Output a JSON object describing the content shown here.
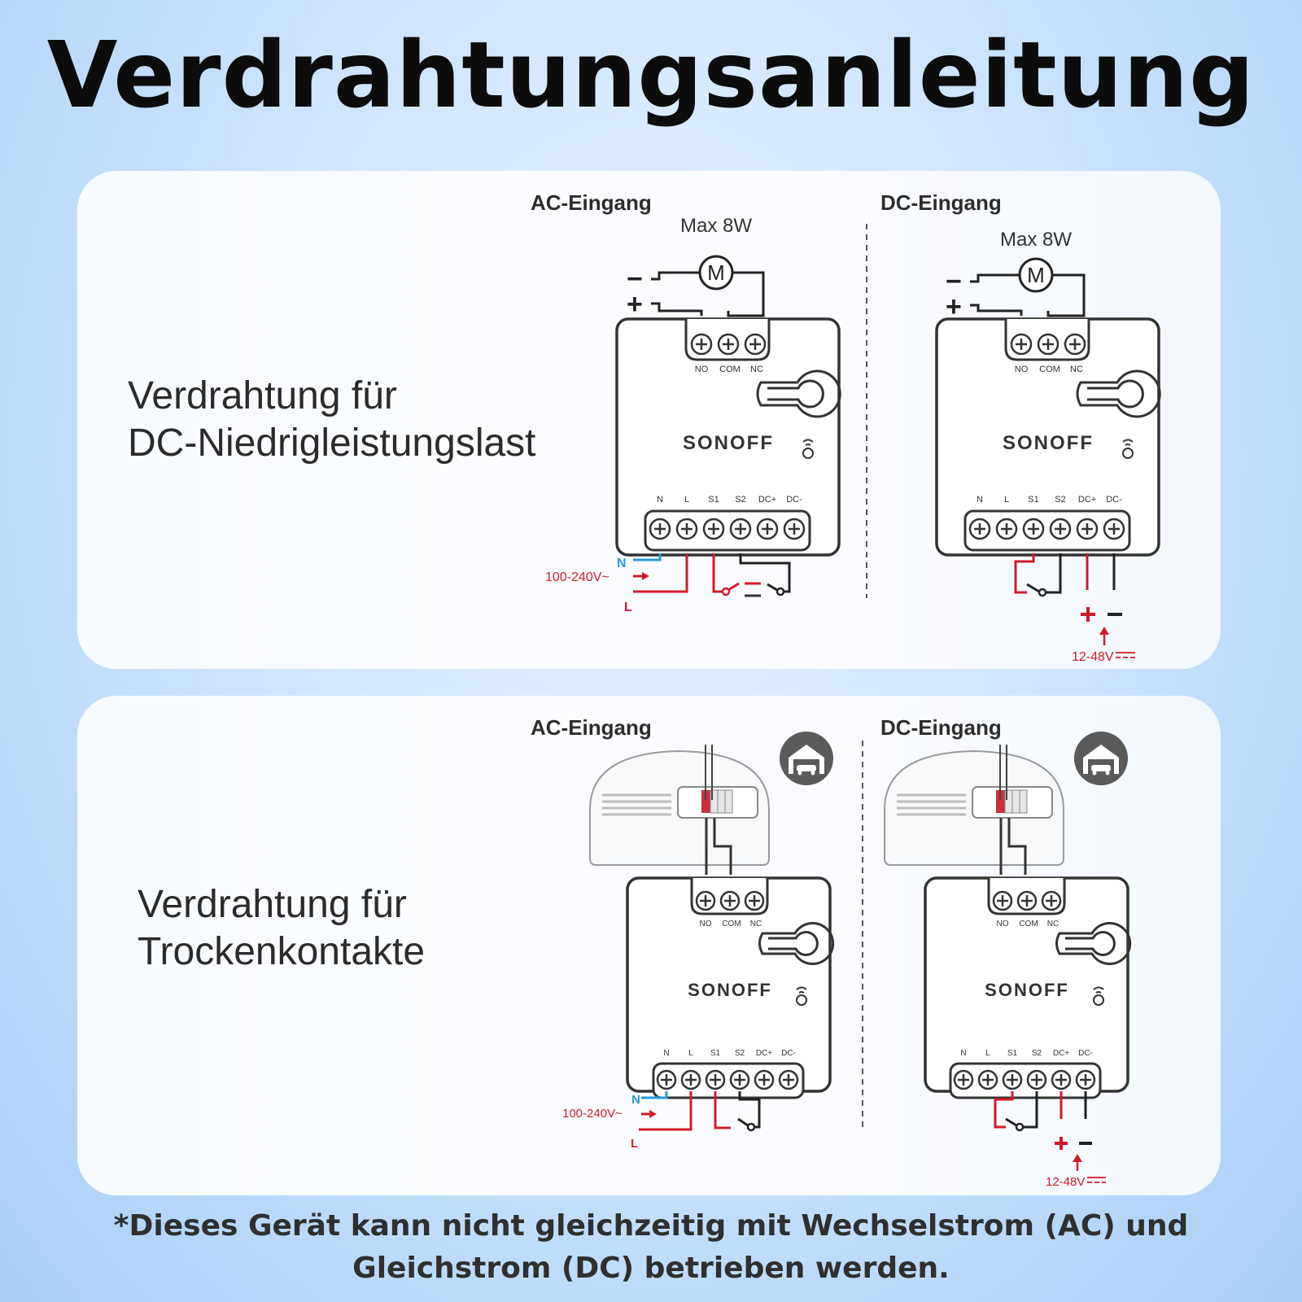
{
  "title": "Verdrahtungsanleitung",
  "colors": {
    "live": "#d01b2a",
    "neutral": "#2a9ad6",
    "wire": "#2b2b2b",
    "device_outline": "#333333",
    "garage_icon_bg": "#5a5a5a"
  },
  "sections": [
    {
      "heading_line1": "Verdrahtung für",
      "heading_line2": "DC-Niedrigleistungslast",
      "ac": {
        "label": "AC-Eingang",
        "load": "Max 8W",
        "motor": "M",
        "minus": "−",
        "plus": "+",
        "relay_terminals": [
          "NO",
          "COM",
          "NC"
        ],
        "brand": "SONOFF",
        "bottom_terminals": [
          "N",
          "L",
          "S1",
          "S2",
          "DC+",
          "DC-"
        ],
        "neutral": "N",
        "live": "L",
        "voltage": "100-240V~"
      },
      "dc": {
        "label": "DC-Eingang",
        "load": "Max 8W",
        "motor": "M",
        "minus": "−",
        "plus": "+",
        "relay_terminals": [
          "NO",
          "COM",
          "NC"
        ],
        "brand": "SONOFF",
        "bottom_terminals": [
          "N",
          "L",
          "S1",
          "S2",
          "DC+",
          "DC-"
        ],
        "voltage": "12-48V"
      }
    },
    {
      "heading_line1": "Verdrahtung für",
      "heading_line2": "Trockenkontakte",
      "ac": {
        "label": "AC-Eingang",
        "relay_terminals": [
          "NO",
          "COM",
          "NC"
        ],
        "brand": "SONOFF",
        "bottom_terminals": [
          "N",
          "L",
          "S1",
          "S2",
          "DC+",
          "DC-"
        ],
        "neutral": "N",
        "live": "L",
        "voltage": "100-240V~"
      },
      "dc": {
        "label": "DC-Eingang",
        "relay_terminals": [
          "NO",
          "COM",
          "NC"
        ],
        "brand": "SONOFF",
        "bottom_terminals": [
          "N",
          "L",
          "S1",
          "S2",
          "DC+",
          "DC-"
        ],
        "voltage": "12-48V"
      }
    }
  ],
  "footnote_line1": "*Dieses Gerät kann nicht gleichzeitig mit Wechselstrom (AC) und",
  "footnote_line2": "Gleichstrom (DC) betrieben werden."
}
